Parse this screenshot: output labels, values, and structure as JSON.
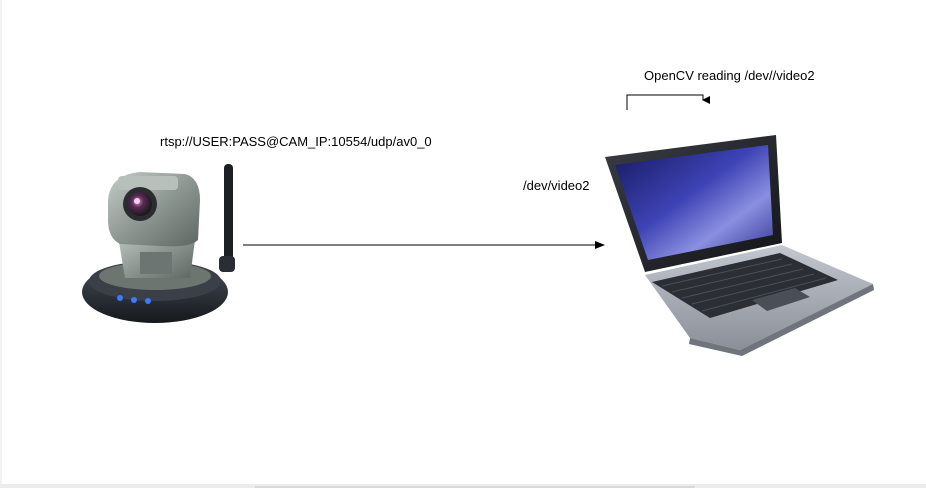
{
  "labels": {
    "rtsp_url": "rtsp://USER:PASS@CAM_IP:10554/udp/av0_0",
    "device_path": "/dev/video2",
    "opencv_note": "OpenCV reading /dev//video2"
  },
  "colors": {
    "camera_body": "#8f9a96",
    "camera_base": "#2b2f36",
    "led": "#3b7bff",
    "laptop_screen": "#2c2f8a",
    "laptop_body": "#9ea3ad",
    "arrow": "#000000"
  },
  "icons": [
    "ip-camera-icon",
    "laptop-icon"
  ]
}
